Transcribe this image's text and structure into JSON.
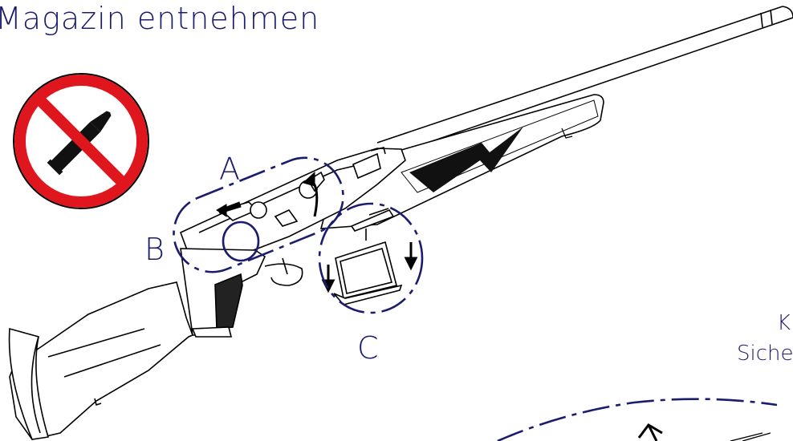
{
  "title": "Magazin entnehmen",
  "labels": {
    "a": "A",
    "b": "B",
    "c": "C"
  },
  "note": {
    "line1": "K",
    "line2": "Siche"
  },
  "colors": {
    "accent": "#1c1c6e",
    "prohibition": "#e0161e",
    "ink": "#000000"
  },
  "icons": {
    "prohibition": "no-ammunition-icon"
  }
}
